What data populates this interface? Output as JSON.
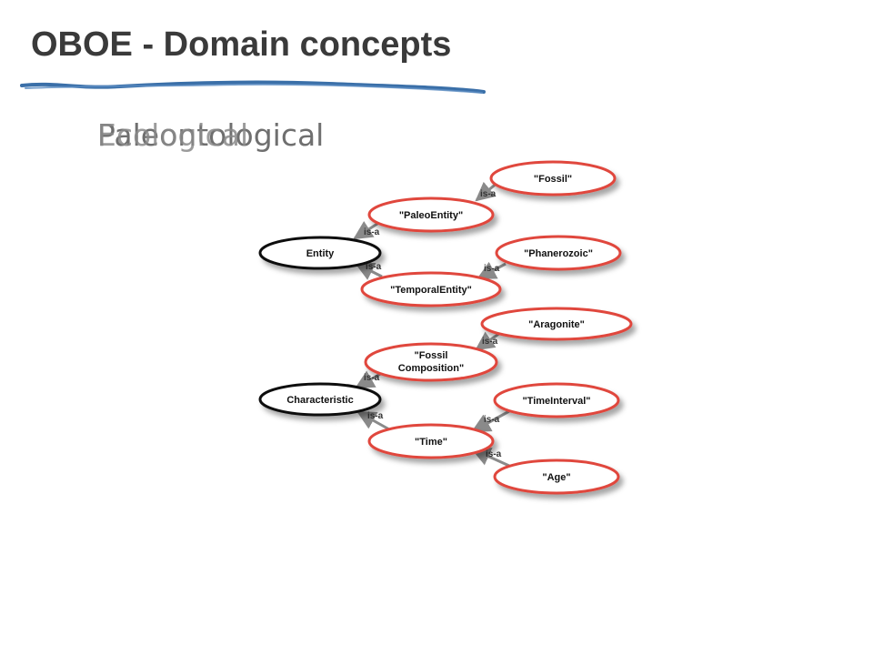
{
  "slide": {
    "title": "OBOE - Domain concepts",
    "subtitle_a": "Paleontological",
    "subtitle_b": "Ecological"
  },
  "colors": {
    "title": "#3a3a3a",
    "rule": "#3a6fa8",
    "node_fill": "#ffffff",
    "node_border_domain": "#e0463c",
    "node_border_core": "#111111",
    "edge": "#8a8a8a"
  },
  "diagram": {
    "nodes": [
      {
        "id": "fossil",
        "label": "\"Fossil\"",
        "kind": "domain"
      },
      {
        "id": "paleoentity",
        "label": "\"PaleoEntity\"",
        "kind": "domain"
      },
      {
        "id": "entity",
        "label": "Entity",
        "kind": "core"
      },
      {
        "id": "phanerozoic",
        "label": "\"Phanerozoic\"",
        "kind": "domain"
      },
      {
        "id": "temporalentity",
        "label": "\"TemporalEntity\"",
        "kind": "domain"
      },
      {
        "id": "aragonite",
        "label": "\"Aragonite\"",
        "kind": "domain"
      },
      {
        "id": "fossilcomposition",
        "label": "\"Fossil",
        "label2": "Composition\"",
        "kind": "domain"
      },
      {
        "id": "characteristic",
        "label": "Characteristic",
        "kind": "core"
      },
      {
        "id": "timeinterval",
        "label": "\"TimeInterval\"",
        "kind": "domain"
      },
      {
        "id": "time",
        "label": "\"Time\"",
        "kind": "domain"
      },
      {
        "id": "age",
        "label": "\"Age\"",
        "kind": "domain"
      }
    ],
    "edges": [
      {
        "from": "fossil",
        "to": "paleoentity",
        "label": "is-a"
      },
      {
        "from": "paleoentity",
        "to": "entity",
        "label": "is-a"
      },
      {
        "from": "temporalentity",
        "to": "entity",
        "label": "is-a"
      },
      {
        "from": "phanerozoic",
        "to": "temporalentity",
        "label": "is-a"
      },
      {
        "from": "aragonite",
        "to": "fossilcomposition",
        "label": "is-a"
      },
      {
        "from": "fossilcomposition",
        "to": "characteristic",
        "label": "is-a"
      },
      {
        "from": "time",
        "to": "characteristic",
        "label": "is-a"
      },
      {
        "from": "timeinterval",
        "to": "time",
        "label": "is-a"
      },
      {
        "from": "age",
        "to": "time",
        "label": "is-a"
      }
    ]
  }
}
